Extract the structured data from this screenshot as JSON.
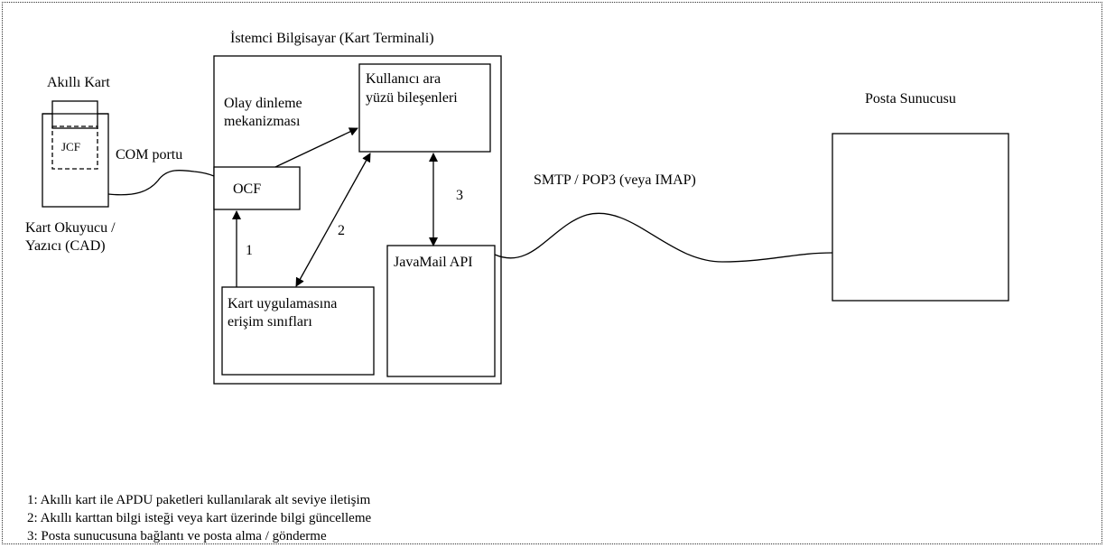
{
  "diagram": {
    "client_title": "İstemci Bilgisayar (Kart Terminali)",
    "smart_card_label": "Akıllı Kart",
    "jcf_label": "JCF",
    "com_port_label": "COM portu",
    "card_reader_label": "Kart Okuyucu / Yazıcı (CAD)",
    "event_label": "Olay dinleme mekanizması",
    "ui_components_label": "Kullanıcı ara yüzü bileşenleri",
    "ocf_label": "OCF",
    "card_access_label": "Kart uygulamasına erişim sınıfları",
    "javamail_label": "JavaMail API",
    "protocol_label": "SMTP /  POP3 (veya IMAP)",
    "mail_server_label": "Posta Sunucusu",
    "arrow_labels": [
      "1",
      "2",
      "3"
    ]
  },
  "legend": [
    "1: Akıllı kart ile APDU paketleri kullanılarak alt seviye iletişim",
    "2: Akıllı karttan bilgi isteği veya kart üzerinde bilgi güncelleme",
    "3: Posta sunucusuna bağlantı ve posta alma / gönderme"
  ]
}
